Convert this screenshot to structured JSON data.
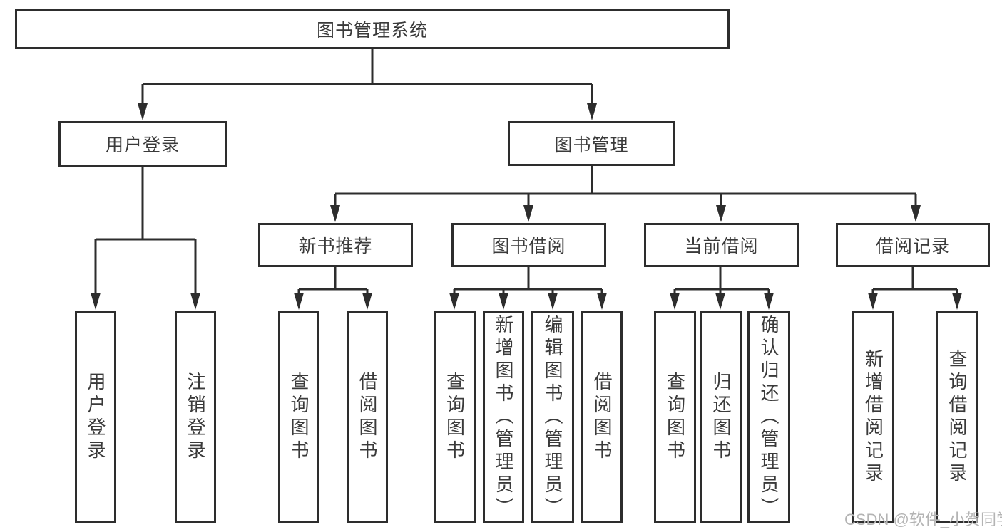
{
  "diagram": {
    "root": {
      "label": "图书管理系统"
    },
    "branches": [
      {
        "label": "用户登录",
        "children": [
          {
            "label": "用户登录"
          },
          {
            "label": "注销登录"
          }
        ]
      },
      {
        "label": "图书管理",
        "children": [
          {
            "label": "新书推荐",
            "children": [
              {
                "label": "查询图书"
              },
              {
                "label": "借阅图书"
              }
            ]
          },
          {
            "label": "图书借阅",
            "children": [
              {
                "label": "查询图书"
              },
              {
                "label": "新增图书（管理员）"
              },
              {
                "label": "编辑图书（管理员）"
              },
              {
                "label": "借阅图书"
              }
            ]
          },
          {
            "label": "当前借阅",
            "children": [
              {
                "label": "查询图书"
              },
              {
                "label": "归还图书"
              },
              {
                "label": "确认归还（管理员）"
              }
            ]
          },
          {
            "label": "借阅记录",
            "children": [
              {
                "label": "新增借阅记录"
              },
              {
                "label": "查询借阅记录"
              }
            ]
          }
        ]
      }
    ]
  },
  "watermark": {
    "text": "CSDN @软件_小贺同学"
  },
  "colors": {
    "line": "#2d2d2d",
    "border": "#2d2d2d",
    "text": "#3a3a3a",
    "background": "#ffffff",
    "watermark": "#b4b4b4"
  }
}
